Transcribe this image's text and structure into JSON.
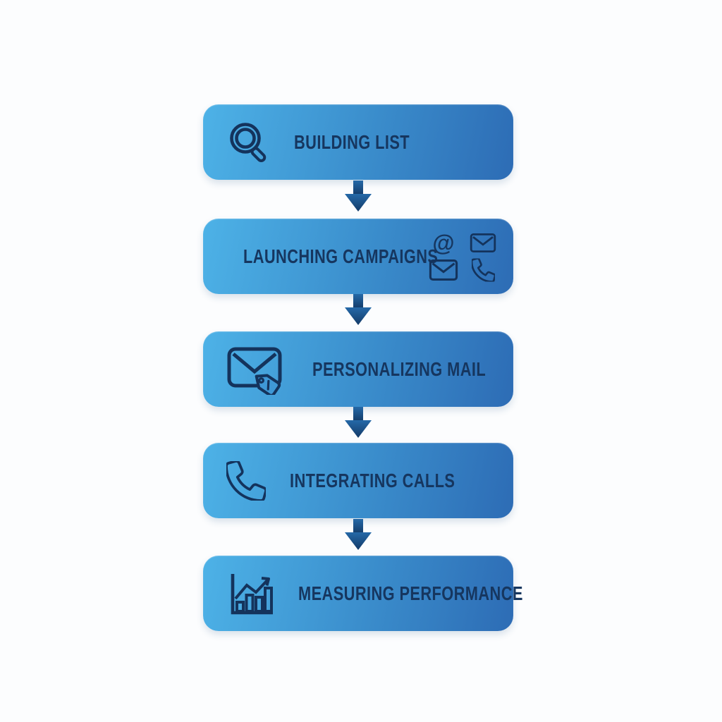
{
  "background": "#fcfdfe",
  "colors": {
    "box_gradient_start": "#4db2e7",
    "box_gradient_mid": "#3a8ccb",
    "box_gradient_end": "#2d6cb5",
    "label_text": "#16365f",
    "icon_stroke": "#14335c",
    "arrow_top": "#2569a8",
    "arrow_bottom": "#133a67"
  },
  "steps": [
    {
      "label": "BUILDING LIST",
      "icon": "magnifier-icon"
    },
    {
      "label": "LAUNCHING CAMPAIGNS",
      "at_symbol": "@",
      "right_icons": [
        "at-icon",
        "envelope-icon",
        "envelope-icon",
        "phone-icon"
      ]
    },
    {
      "label": "PERSONALIZING MAIL",
      "icon": "envelope-tag-icon"
    },
    {
      "label": "INTEGRATING CALLS",
      "icon": "phone-icon"
    },
    {
      "label": "MEASURING PERFORMANCE",
      "icon": "bar-chart-icon"
    }
  ],
  "connector": {
    "icon": "down-arrow",
    "count": 4
  }
}
